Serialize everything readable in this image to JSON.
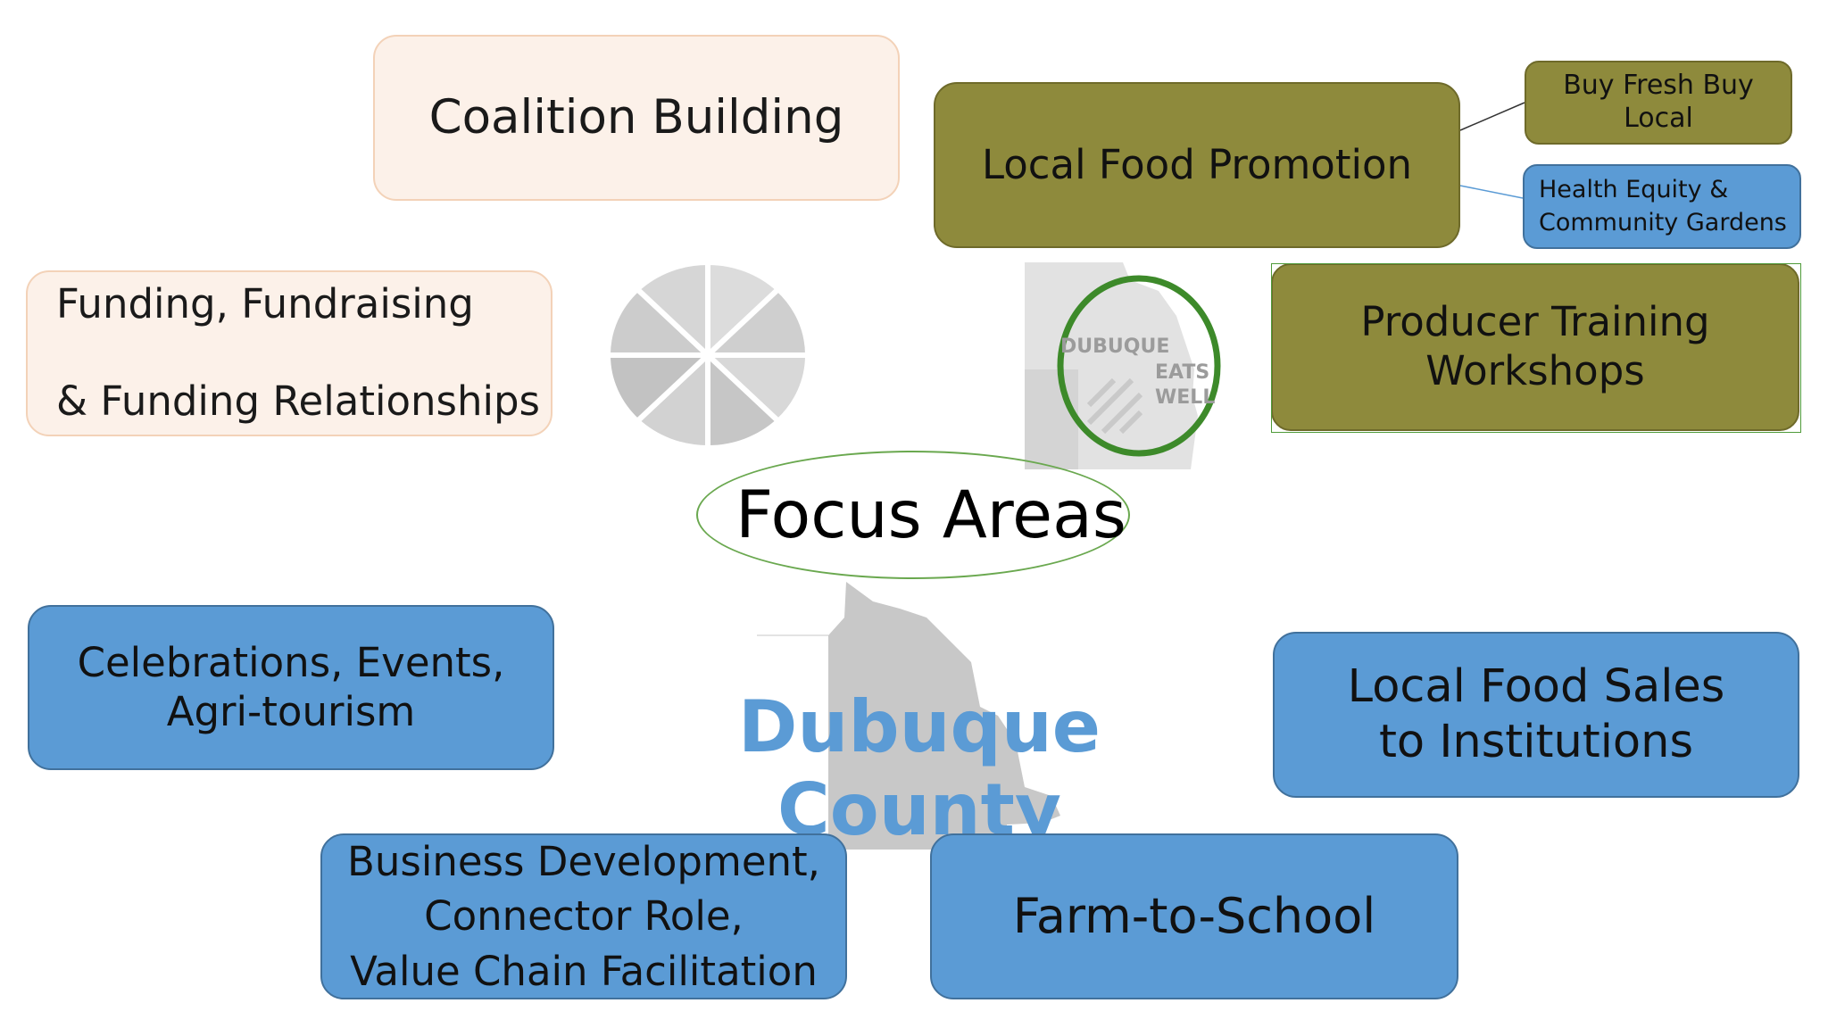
{
  "diagram": {
    "center": "Focus Areas",
    "county": "Dubuque County",
    "boxes": {
      "coalition": "Coalition Building",
      "funding_line1": "Funding, Fundraising",
      "funding_line2": " & Funding Relationships",
      "local_promotion": "Local Food Promotion",
      "buy_fresh": "Buy Fresh Buy Local",
      "health": "Health Equity &\nCommunity Gardens",
      "producer": "Producer Training\nWorkshops",
      "celebrations": "Celebrations, Events,\nAgri-tourism",
      "local_sales": "Local Food Sales\nto Institutions",
      "business": "Business Development,\nConnector Role,\nValue Chain Facilitation",
      "farm": "Farm-to-School"
    },
    "logo_text": {
      "line1": "DUBUQUE",
      "line2": "EATS",
      "line3": "WELL"
    },
    "colors": {
      "peach": "#fcf1e9",
      "olive": "#8e8a3c",
      "blue": "#5b9bd5",
      "ellipse": "#6aa84f",
      "county_text": "#5b9bd5"
    }
  }
}
